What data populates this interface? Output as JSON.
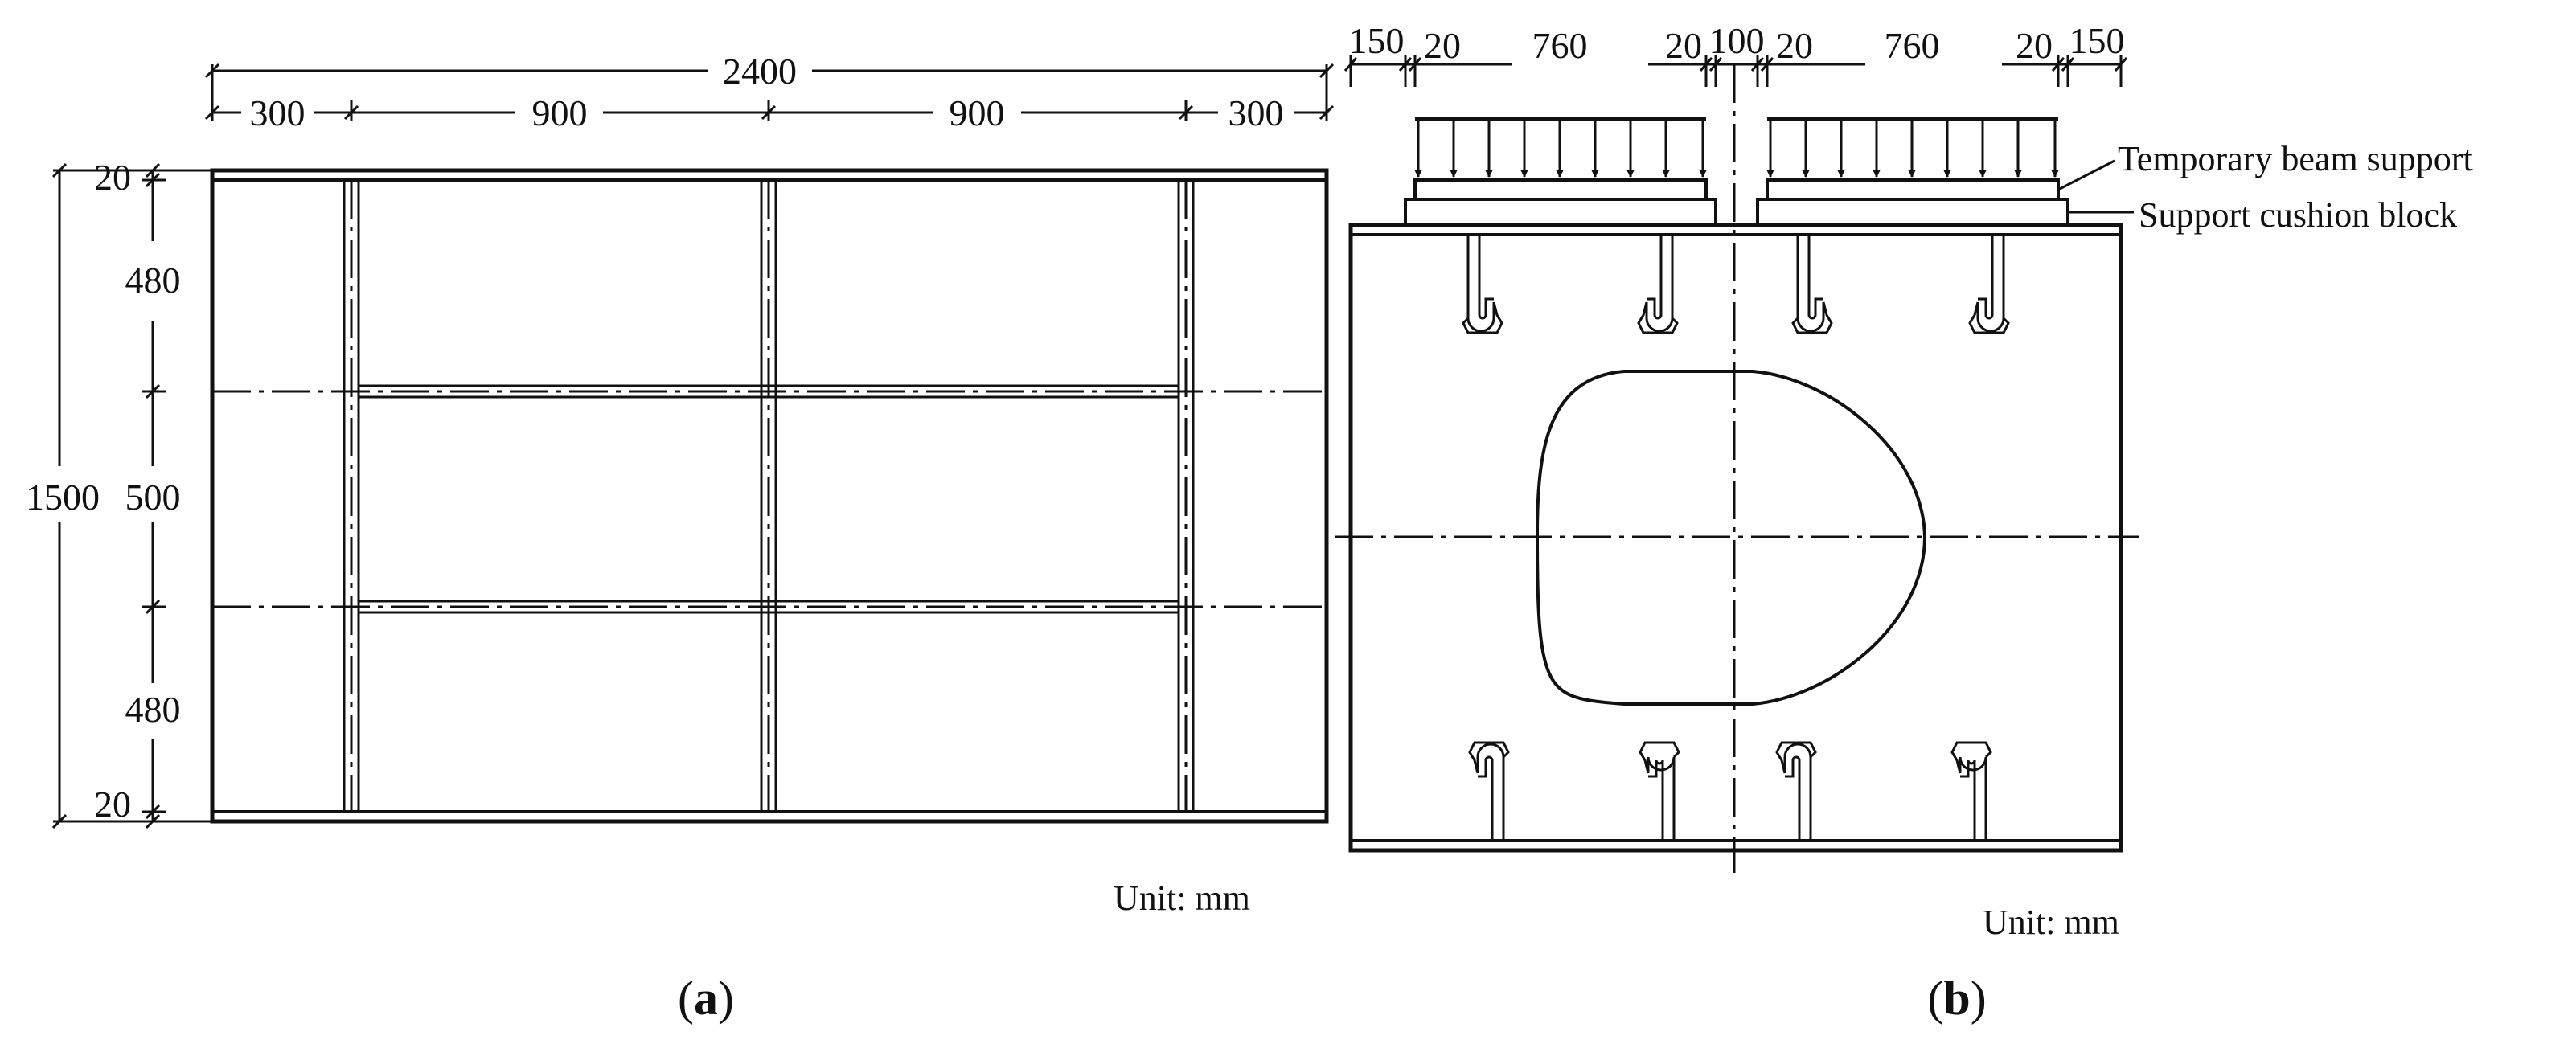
{
  "panel_a": {
    "caption_open": "(",
    "caption_letter": "a",
    "caption_close": ")",
    "unit": "Unit: mm",
    "dims": {
      "total_width": "2400",
      "seg1": "300",
      "seg2": "900",
      "seg3": "900",
      "seg4": "300",
      "total_height": "1500",
      "h_top_flange": "20",
      "h_top": "480",
      "h_mid": "500",
      "h_bottom": "480",
      "h_bottom_flange": "20"
    }
  },
  "panel_b": {
    "caption_open": "(",
    "caption_letter": "b",
    "caption_close": ")",
    "unit": "Unit: mm",
    "dims": {
      "left_edge": "150",
      "left_gap1": "20",
      "left_span": "760",
      "left_gap2": "20",
      "center_gap": "100",
      "right_gap1": "20",
      "right_span": "760",
      "right_gap2": "20",
      "right_edge": "150"
    },
    "labels": {
      "temporary_beam_support": "Temporary beam support",
      "support_cushion_block": "Support cushion block"
    }
  }
}
